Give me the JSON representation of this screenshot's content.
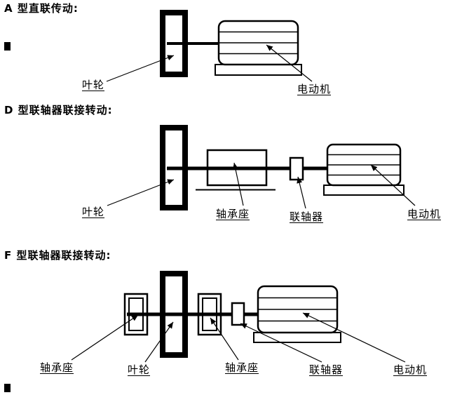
{
  "sections": {
    "a": {
      "title": "A 型直联传动:",
      "labels": {
        "impeller": "叶轮",
        "motor": "电动机"
      }
    },
    "d": {
      "title": "D 型联轴器联接转动:",
      "labels": {
        "impeller": "叶轮",
        "bearing": "轴承座",
        "coupling": "联轴器",
        "motor": "电动机"
      }
    },
    "f": {
      "title": "F 型联轴器联接转动:",
      "labels": {
        "bearing_left": "轴承座",
        "impeller": "叶轮",
        "bearing_right": "轴承座",
        "coupling": "联轴器",
        "motor": "电动机"
      }
    }
  },
  "colors": {
    "line": "#000000",
    "background": "#ffffff"
  }
}
